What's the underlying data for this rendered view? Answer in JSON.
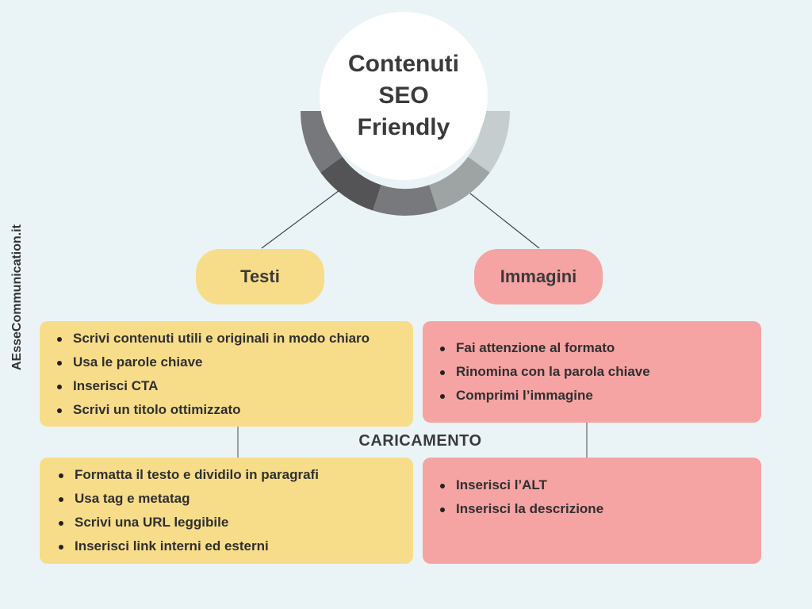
{
  "center": {
    "line1": "Contenuti",
    "line2": "SEO",
    "line3": "Friendly"
  },
  "watermark": "AEsseCommunication.it",
  "ring_colors": [
    "#77787b",
    "#545456",
    "#78797c",
    "#9ea3a4",
    "#c6cdce"
  ],
  "branches": {
    "testi": {
      "label": "Testi",
      "color": "#f7dd8a"
    },
    "immagini": {
      "label": "Immagini",
      "color": "#f5a3a3"
    }
  },
  "testi_box1": [
    "Scrivi contenuti utili e originali in modo chiaro",
    "Usa le parole chiave",
    "Inserisci CTA",
    "Scrivi un titolo ottimizzato"
  ],
  "immagini_box1": [
    "Fai attenzione al formato",
    "Rinomina con la parola chiave",
    "Comprimi l’immagine"
  ],
  "section_label": "CARICAMENTO",
  "testi_box2": [
    "Formatta il testo e dividilo in paragrafi",
    "Usa tag e metatag",
    "Scrivi una URL leggibile",
    "Inserisci link interni ed esterni"
  ],
  "immagini_box2": [
    "Inserisci l’ALT",
    "Inserisci la descrizione"
  ]
}
